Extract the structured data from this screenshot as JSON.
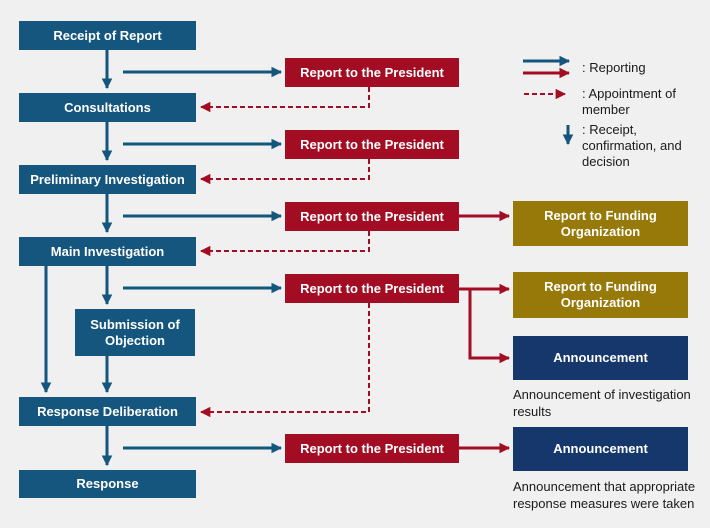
{
  "colors": {
    "background": "#f0f0f0",
    "process_blue": "#15567E",
    "report_red": "#A30D23",
    "funding_gold": "#97790A",
    "announcement_navy": "#16376B",
    "text_dark": "#1a1a1a",
    "box_text": "#ffffff"
  },
  "process_steps": [
    {
      "label": "Receipt of Report"
    },
    {
      "label": "Consultations"
    },
    {
      "label": "Preliminary Investigation"
    },
    {
      "label": "Main Investigation"
    },
    {
      "label": "Submission of Objection"
    },
    {
      "label": "Response Deliberation"
    },
    {
      "label": "Response"
    }
  ],
  "president_reports": [
    {
      "label": "Report to the President"
    },
    {
      "label": "Report to the President"
    },
    {
      "label": "Report to the President"
    },
    {
      "label": "Report to the President"
    },
    {
      "label": "Report to the President"
    }
  ],
  "outcomes": [
    {
      "label": "Report to Funding Organization",
      "type": "funding"
    },
    {
      "label": "Report to Funding Organization",
      "type": "funding"
    },
    {
      "label": "Announcement",
      "type": "announcement"
    },
    {
      "label": "Announcement",
      "type": "announcement"
    }
  ],
  "captions": [
    {
      "text": "Announcement of investigation results"
    },
    {
      "text": "Announcement that appropriate response measures were taken"
    }
  ],
  "legend": [
    {
      "label": ": Reporting",
      "symbol": "blue-and-red-solid-right-arrows"
    },
    {
      "label": ": Appointment of member",
      "symbol": "red-dashed-right-arrow"
    },
    {
      "label": ": Receipt, confirmation, and decision",
      "symbol": "blue-down-arrow"
    }
  ]
}
